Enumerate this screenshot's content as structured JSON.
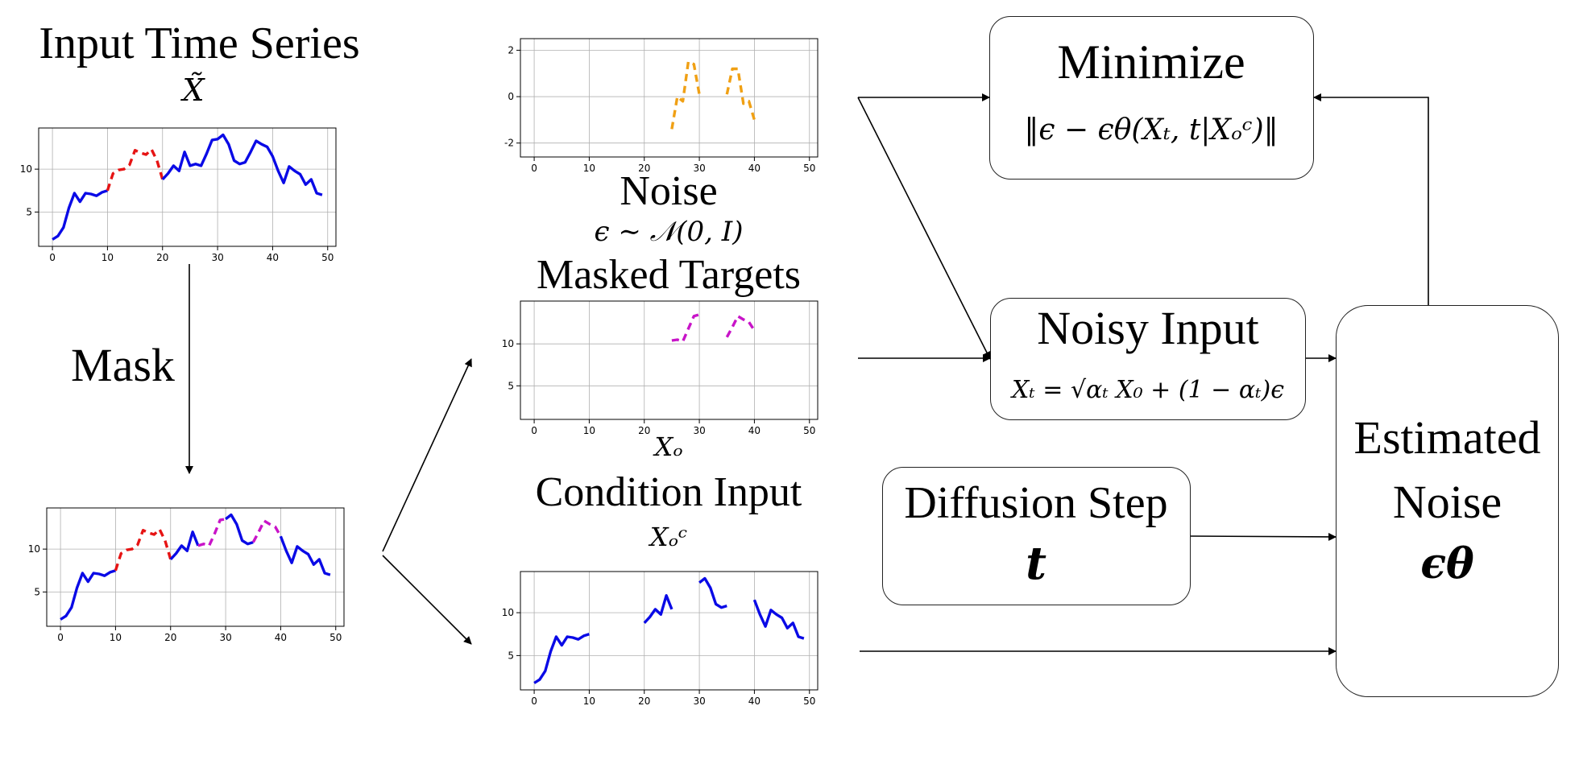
{
  "labels": {
    "input_title": "Input Time Series",
    "input_symbol": "X̃",
    "mask": "Mask",
    "noise_title": "Noise",
    "noise_formula": "ϵ ∼ 𝒩(0, I)",
    "masked_title": "Masked Targets",
    "masked_symbol": "Xₒ",
    "condition_title": "Condition Input",
    "condition_symbol": "Xₒᶜ",
    "minimize_title": "Minimize",
    "minimize_formula": "‖ϵ − ϵθ(Xₜ, t|Xₒᶜ)‖",
    "noisy_title": "Noisy Input",
    "noisy_formula": "Xₜ = √αₜ X₀ + (1 − αₜ)ϵ",
    "diffusion_title": "Diffusion Step",
    "diffusion_symbol": "t",
    "estimated_line1": "Estimated",
    "estimated_line2": "Noise",
    "estimated_symbol": "ϵθ"
  },
  "colors": {
    "observed": "#0a0ae6",
    "masked_segment": "#e61414",
    "target": "#c814c8",
    "noise": "#f0a014",
    "grid": "#b0b0b0"
  },
  "chart_data": [
    {
      "id": "input-series",
      "type": "line",
      "xticks": [
        0,
        10,
        20,
        30,
        40,
        50
      ],
      "yticks": [
        5,
        10
      ],
      "xlim": [
        -2.5,
        51.5
      ],
      "ylim": [
        1,
        14.8
      ],
      "series": [
        {
          "role": "observed",
          "style": "solid",
          "x": [
            0,
            1,
            2,
            3,
            4,
            5,
            6,
            7,
            8,
            9,
            10
          ],
          "y": [
            1.8,
            2.2,
            3.2,
            5.5,
            7.2,
            6.2,
            7.2,
            7.1,
            6.9,
            7.3,
            7.5
          ]
        },
        {
          "role": "masked",
          "style": "dashed",
          "x": [
            10,
            11,
            12,
            13,
            14,
            15,
            16,
            17,
            18,
            19,
            20
          ],
          "y": [
            7.5,
            9.5,
            9.9,
            10,
            10.5,
            12.2,
            11.9,
            11.7,
            12.3,
            11,
            8.8
          ]
        },
        {
          "role": "observed",
          "style": "solid",
          "x": [
            20,
            21,
            22,
            23,
            24,
            25,
            26,
            27,
            28,
            29,
            30,
            31,
            32,
            33,
            34,
            35,
            36,
            37,
            38,
            39,
            40,
            41,
            42,
            43,
            44,
            45,
            46,
            47,
            48,
            49
          ],
          "y": [
            8.8,
            9.5,
            10.4,
            9.8,
            12,
            10.4,
            10.6,
            10.4,
            11.8,
            13.4,
            13.5,
            14,
            12.9,
            11,
            10.6,
            10.8,
            12,
            13.3,
            12.9,
            12.6,
            11.5,
            9.8,
            8.4,
            10.3,
            9.8,
            9.4,
            8.2,
            8.8,
            7.2,
            7
          ]
        }
      ]
    },
    {
      "id": "masked-series",
      "type": "line",
      "xticks": [
        0,
        10,
        20,
        30,
        40,
        50
      ],
      "yticks": [
        5,
        10
      ],
      "xlim": [
        -2.5,
        51.5
      ],
      "ylim": [
        1,
        14.8
      ],
      "series": [
        {
          "role": "observed",
          "style": "solid",
          "x": [
            0,
            1,
            2,
            3,
            4,
            5,
            6,
            7,
            8,
            9,
            10
          ],
          "y": [
            1.8,
            2.2,
            3.2,
            5.5,
            7.2,
            6.2,
            7.2,
            7.1,
            6.9,
            7.3,
            7.5
          ]
        },
        {
          "role": "masked",
          "style": "dashed",
          "x": [
            10,
            11,
            12,
            13,
            14,
            15,
            16,
            17,
            18,
            19,
            20
          ],
          "y": [
            7.5,
            9.5,
            9.9,
            10,
            10.5,
            12.2,
            11.9,
            11.7,
            12.3,
            11,
            8.8
          ]
        },
        {
          "role": "observed",
          "style": "solid",
          "x": [
            20,
            21,
            22,
            23,
            24,
            25
          ],
          "y": [
            8.8,
            9.5,
            10.4,
            9.8,
            12,
            10.4
          ]
        },
        {
          "role": "target",
          "style": "dashed",
          "x": [
            25,
            26,
            27,
            28,
            29,
            30
          ],
          "y": [
            10.4,
            10.6,
            10.4,
            11.8,
            13.4,
            13.5
          ]
        },
        {
          "role": "observed",
          "style": "solid",
          "x": [
            30,
            31,
            32,
            33,
            34,
            35
          ],
          "y": [
            13.5,
            14,
            12.9,
            11,
            10.6,
            10.8
          ]
        },
        {
          "role": "target",
          "style": "dashed",
          "x": [
            35,
            36,
            37,
            38,
            39,
            40
          ],
          "y": [
            10.8,
            12,
            13.3,
            12.9,
            12.6,
            11.5
          ]
        },
        {
          "role": "observed",
          "style": "solid",
          "x": [
            40,
            41,
            42,
            43,
            44,
            45,
            46,
            47,
            48,
            49
          ],
          "y": [
            11.5,
            9.8,
            8.4,
            10.3,
            9.8,
            9.4,
            8.2,
            8.8,
            7.2,
            7
          ]
        }
      ]
    },
    {
      "id": "noise-series",
      "type": "line",
      "xticks": [
        0,
        10,
        20,
        30,
        40,
        50
      ],
      "yticks": [
        -2,
        0,
        2
      ],
      "xlim": [
        -2.5,
        51.5
      ],
      "ylim": [
        -2.6,
        2.5
      ],
      "series": [
        {
          "role": "noise",
          "style": "dashed",
          "x": [
            25,
            26,
            27,
            28,
            29,
            30
          ],
          "y": [
            -1.4,
            0,
            -0.2,
            1.5,
            1.4,
            0.1
          ]
        },
        {
          "role": "noise",
          "style": "dashed",
          "x": [
            35,
            36,
            37,
            38,
            39,
            40
          ],
          "y": [
            0.1,
            1.2,
            1.2,
            -0.3,
            -0.2,
            -1
          ]
        }
      ]
    },
    {
      "id": "target-series",
      "type": "line",
      "xticks": [
        0,
        10,
        20,
        30,
        40,
        50
      ],
      "yticks": [
        5,
        10
      ],
      "xlim": [
        -2.5,
        51.5
      ],
      "ylim": [
        1,
        15.1
      ],
      "series": [
        {
          "role": "target",
          "style": "dashed",
          "x": [
            25,
            26,
            27,
            28,
            29,
            30
          ],
          "y": [
            10.4,
            10.5,
            10.3,
            11.8,
            13.3,
            13.5
          ]
        },
        {
          "role": "target",
          "style": "dashed",
          "x": [
            35,
            36,
            37,
            38,
            39,
            40
          ],
          "y": [
            10.8,
            12,
            13.3,
            12.9,
            12.6,
            11.6
          ]
        }
      ]
    },
    {
      "id": "condition-series",
      "type": "line",
      "xticks": [
        0,
        10,
        20,
        30,
        40,
        50
      ],
      "yticks": [
        5,
        10
      ],
      "xlim": [
        -2.5,
        51.5
      ],
      "ylim": [
        1,
        14.8
      ],
      "series": [
        {
          "role": "observed",
          "style": "solid",
          "x": [
            0,
            1,
            2,
            3,
            4,
            5,
            6,
            7,
            8,
            9,
            10
          ],
          "y": [
            1.8,
            2.2,
            3.2,
            5.5,
            7.2,
            6.2,
            7.2,
            7.1,
            6.9,
            7.3,
            7.5
          ]
        },
        {
          "role": "observed",
          "style": "solid",
          "x": [
            20,
            21,
            22,
            23,
            24,
            25
          ],
          "y": [
            8.8,
            9.5,
            10.4,
            9.8,
            12,
            10.4
          ]
        },
        {
          "role": "observed",
          "style": "solid",
          "x": [
            30,
            31,
            32,
            33,
            34,
            35
          ],
          "y": [
            13.5,
            14,
            12.9,
            11,
            10.6,
            10.8
          ]
        },
        {
          "role": "observed",
          "style": "solid",
          "x": [
            40,
            41,
            42,
            43,
            44,
            45,
            46,
            47,
            48,
            49
          ],
          "y": [
            11.5,
            9.8,
            8.4,
            10.3,
            9.8,
            9.4,
            8.2,
            8.8,
            7.2,
            7
          ]
        }
      ]
    }
  ]
}
